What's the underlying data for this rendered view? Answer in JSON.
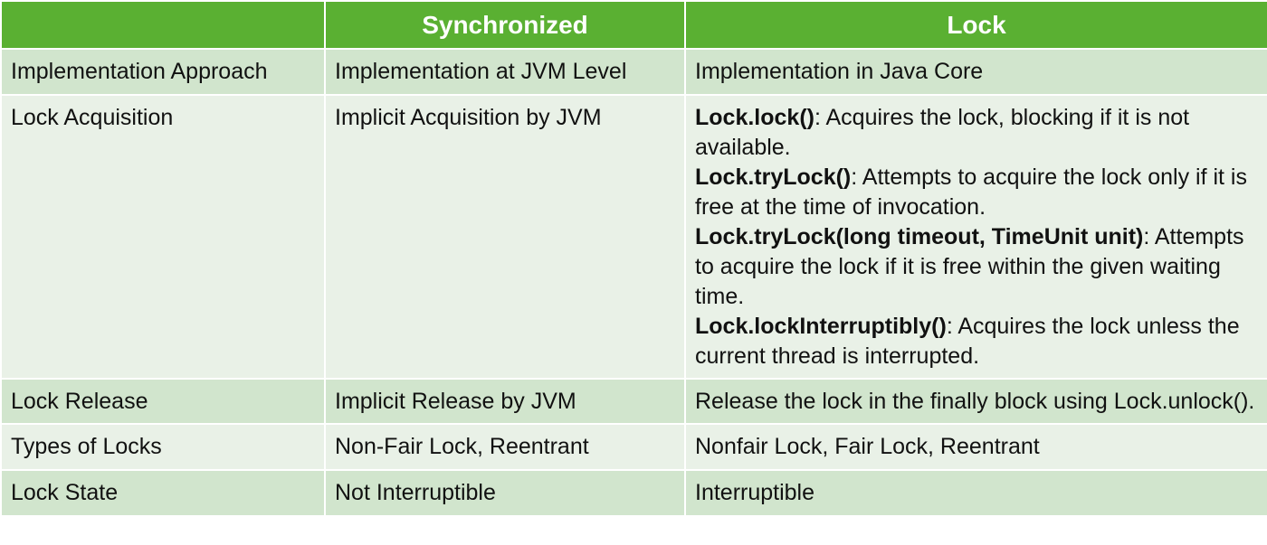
{
  "table": {
    "headers": [
      "",
      "Synchronized",
      "Lock"
    ],
    "rows": [
      {
        "feature": "Implementation Approach",
        "synchronized": "Implementation at JVM Level",
        "lock": "Implementation in Java Core"
      },
      {
        "feature": "Lock Acquisition",
        "synchronized": "Implicit Acquisition by JVM",
        "lock_methods": [
          {
            "name": "Lock.lock()",
            "description": ": Acquires the lock, blocking if it is not available."
          },
          {
            "name": "Lock.tryLock()",
            "description": ": Attempts to acquire the lock only if it is free at the time of invocation."
          },
          {
            "name": "Lock.tryLock(long timeout, TimeUnit unit)",
            "description": ": Attempts to acquire the lock if it is free within the given waiting time."
          },
          {
            "name": "Lock.lockInterruptibly()",
            "description": ": Acquires the lock unless the current thread is interrupted."
          }
        ]
      },
      {
        "feature": "Lock Release",
        "synchronized": "Implicit Release by JVM",
        "lock": "Release the lock in the finally block using Lock.unlock()."
      },
      {
        "feature": "Types of Locks",
        "synchronized": "Non-Fair Lock, Reentrant",
        "lock": "Nonfair Lock, Fair Lock, Reentrant"
      },
      {
        "feature": "Lock State",
        "synchronized": "Not Interruptible",
        "lock": "Interruptible"
      }
    ]
  },
  "colors": {
    "header_background": "#5ab032",
    "header_text": "#ffffff",
    "row_dark": "#d1e5cd",
    "row_light": "#e9f1e7"
  }
}
